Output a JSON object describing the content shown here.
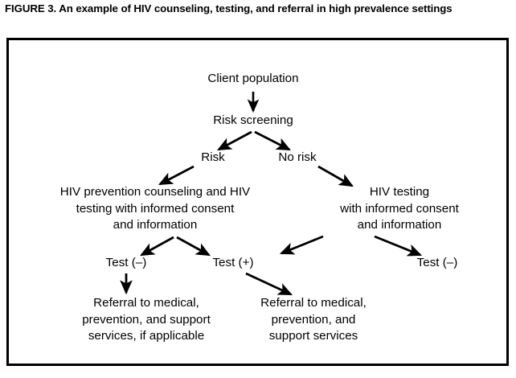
{
  "figure": {
    "caption": "FIGURE 3. An example of HIV counseling, testing, and referral in high prevalence settings",
    "frame_color": "#000000",
    "background_color": "#ffffff",
    "text_color": "#000000"
  },
  "flowchart": {
    "type": "flowchart",
    "orientation": "top-down",
    "nodes": [
      {
        "id": "client-population",
        "label": "Client population"
      },
      {
        "id": "risk-screening",
        "label": "Risk screening"
      },
      {
        "id": "risk",
        "label": "Risk"
      },
      {
        "id": "no-risk",
        "label": "No risk"
      },
      {
        "id": "hiv-prevention-counseling",
        "label": "HIV prevention counseling and HIV\ntesting with informed consent\nand information"
      },
      {
        "id": "hiv-testing",
        "label": "HIV testing\nwith informed consent\nand information"
      },
      {
        "id": "test-negative-left",
        "label": "Test (–)"
      },
      {
        "id": "test-positive",
        "label": "Test (+)"
      },
      {
        "id": "test-negative-right",
        "label": "Test (–)"
      },
      {
        "id": "referral-if-applicable",
        "label": "Referral to medical,\nprevention, and support\nservices, if applicable"
      },
      {
        "id": "referral-services",
        "label": "Referral to medical,\nprevention, and\nsupport services"
      }
    ],
    "edges": [
      {
        "from": "client-population",
        "to": "risk-screening"
      },
      {
        "from": "risk-screening",
        "to": "risk"
      },
      {
        "from": "risk-screening",
        "to": "no-risk"
      },
      {
        "from": "risk",
        "to": "hiv-prevention-counseling"
      },
      {
        "from": "no-risk",
        "to": "hiv-testing"
      },
      {
        "from": "hiv-prevention-counseling",
        "to": "test-negative-left"
      },
      {
        "from": "hiv-prevention-counseling",
        "to": "test-positive"
      },
      {
        "from": "hiv-testing",
        "to": "test-positive"
      },
      {
        "from": "hiv-testing",
        "to": "test-negative-right"
      },
      {
        "from": "test-negative-left",
        "to": "referral-if-applicable"
      },
      {
        "from": "test-positive",
        "to": "referral-services"
      }
    ]
  }
}
